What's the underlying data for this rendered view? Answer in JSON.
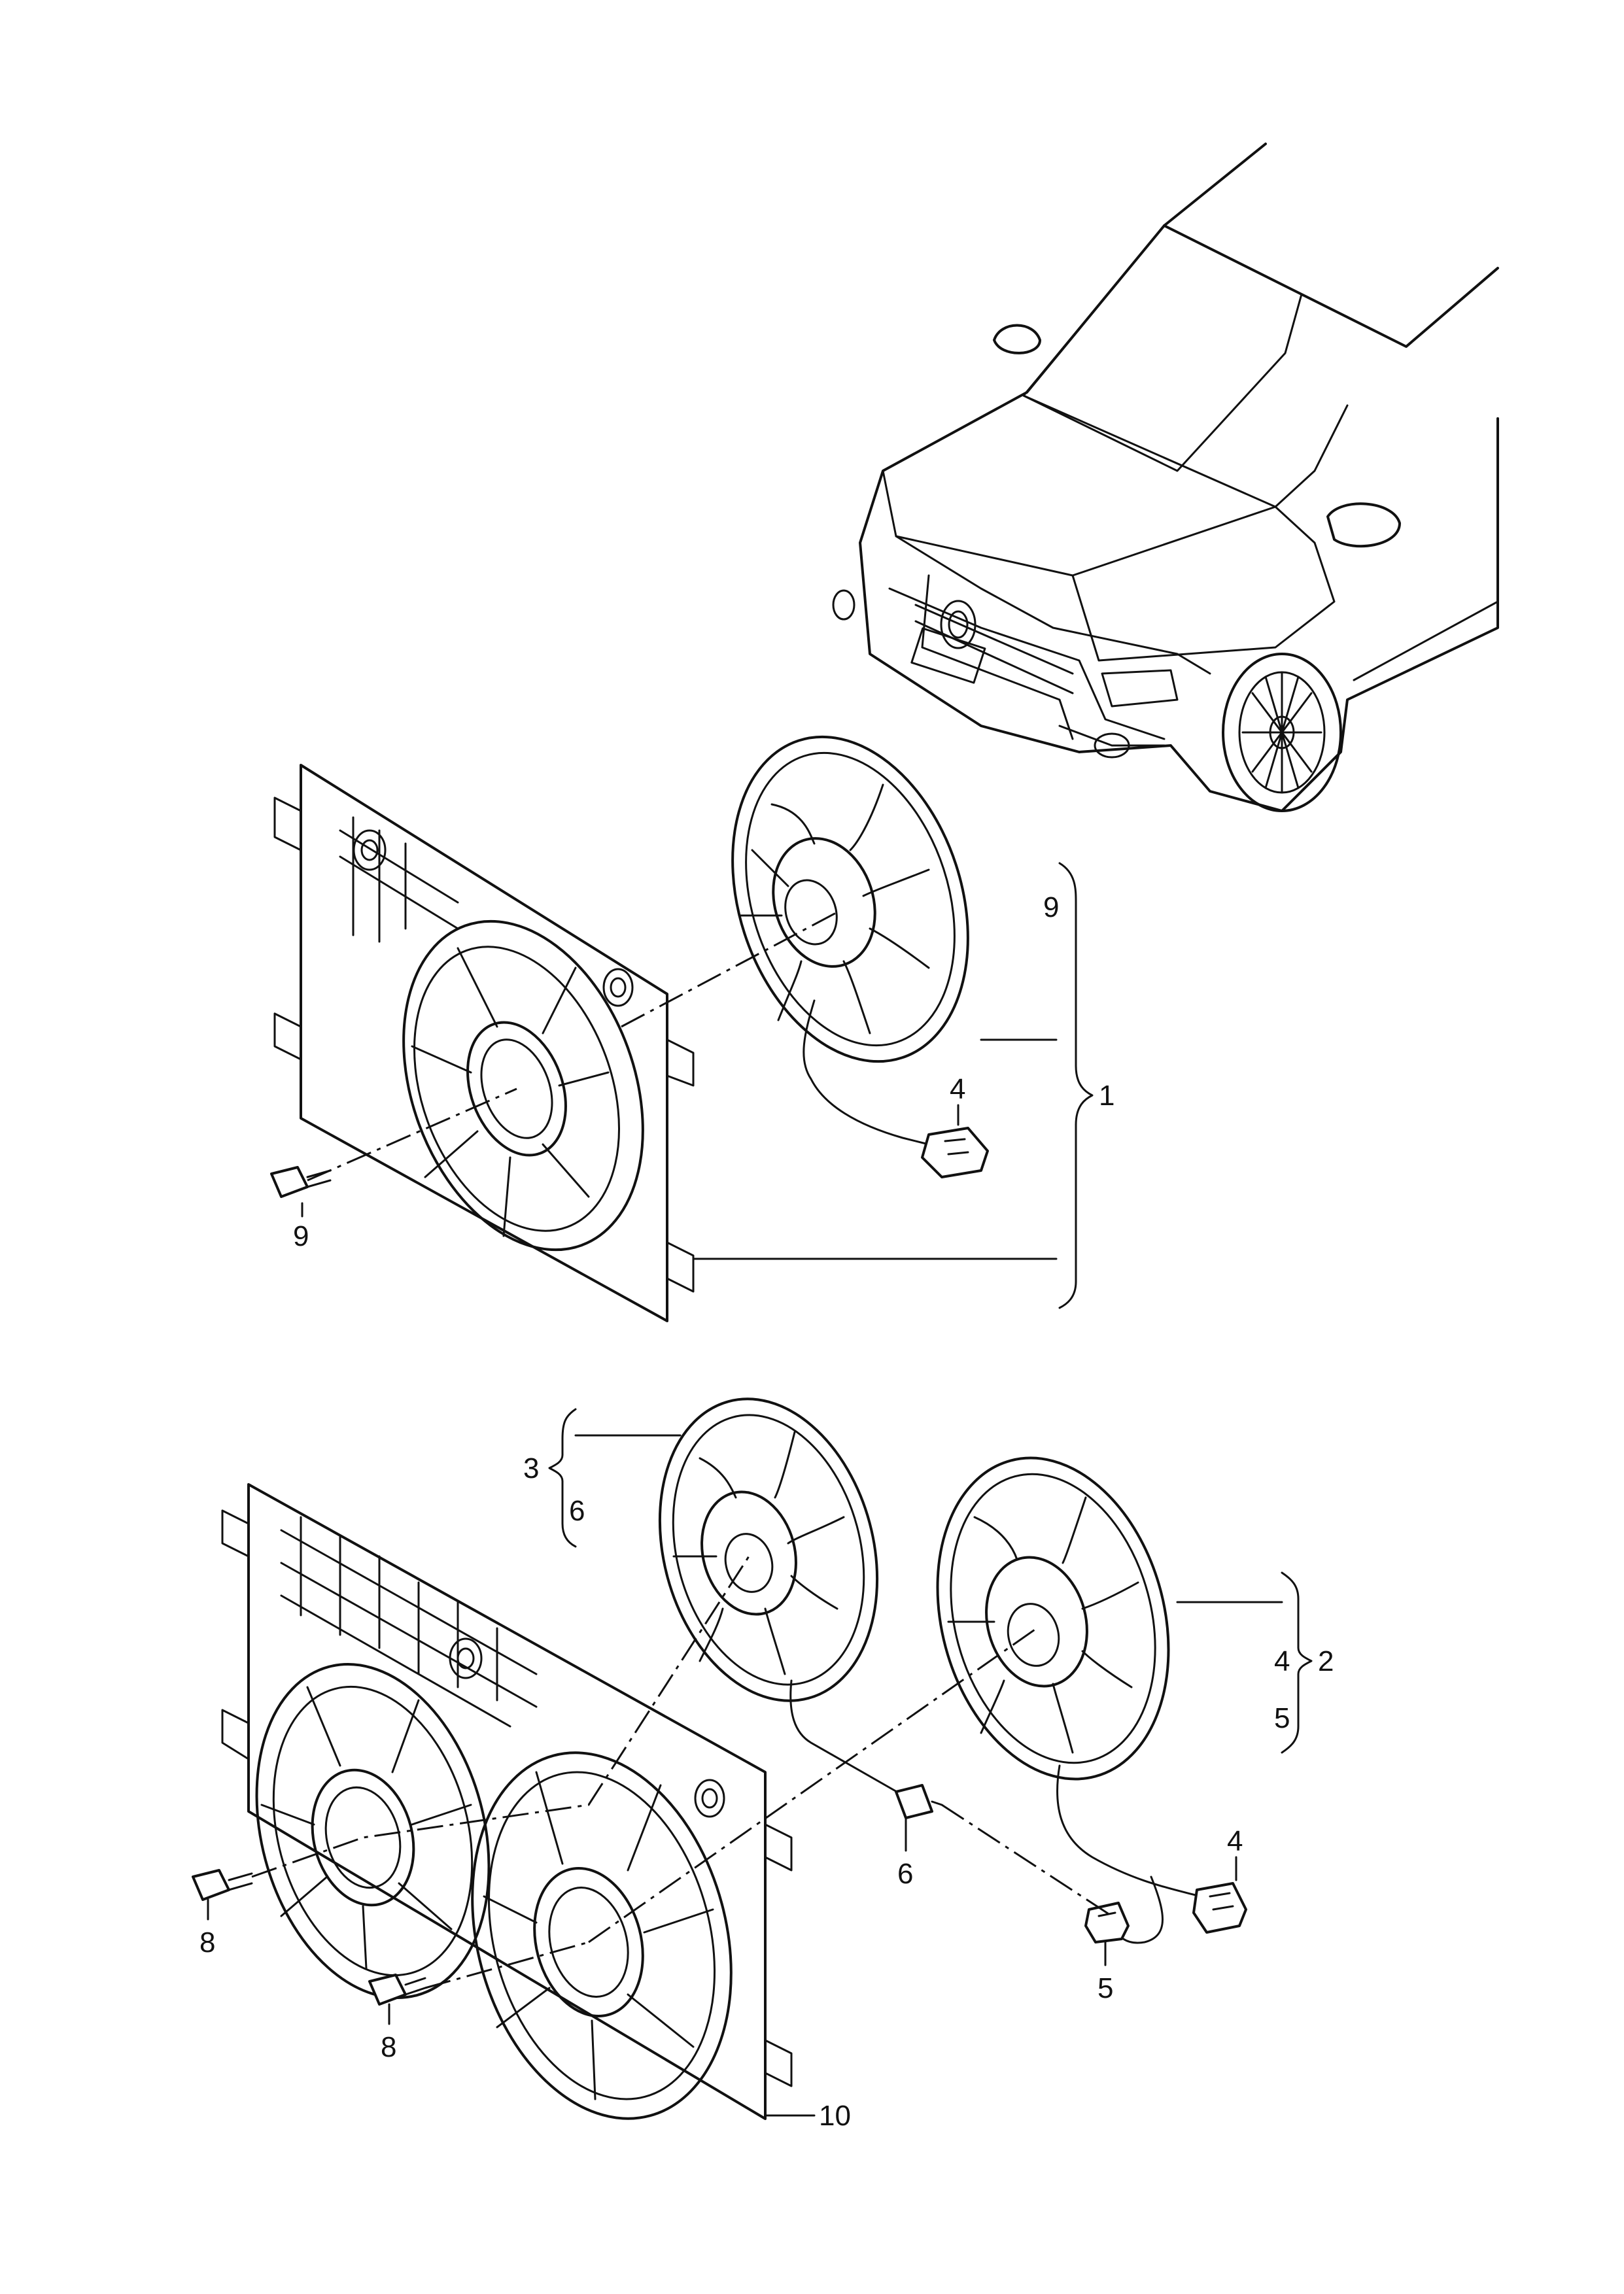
{
  "callouts": {
    "upper_screw": "9",
    "upper_bracket_top": "9",
    "upper_assembly": "1",
    "upper_connector": "4",
    "lower_bracket_top": "3",
    "lower_bracket_bottom": "6",
    "right_assembly": "2",
    "right_bracket_top": "4",
    "right_bracket_bottom": "5",
    "connector_6": "6",
    "connector_4": "4",
    "connector_5": "5",
    "screw_8a": "8",
    "screw_8b": "8",
    "shroud": "10"
  }
}
